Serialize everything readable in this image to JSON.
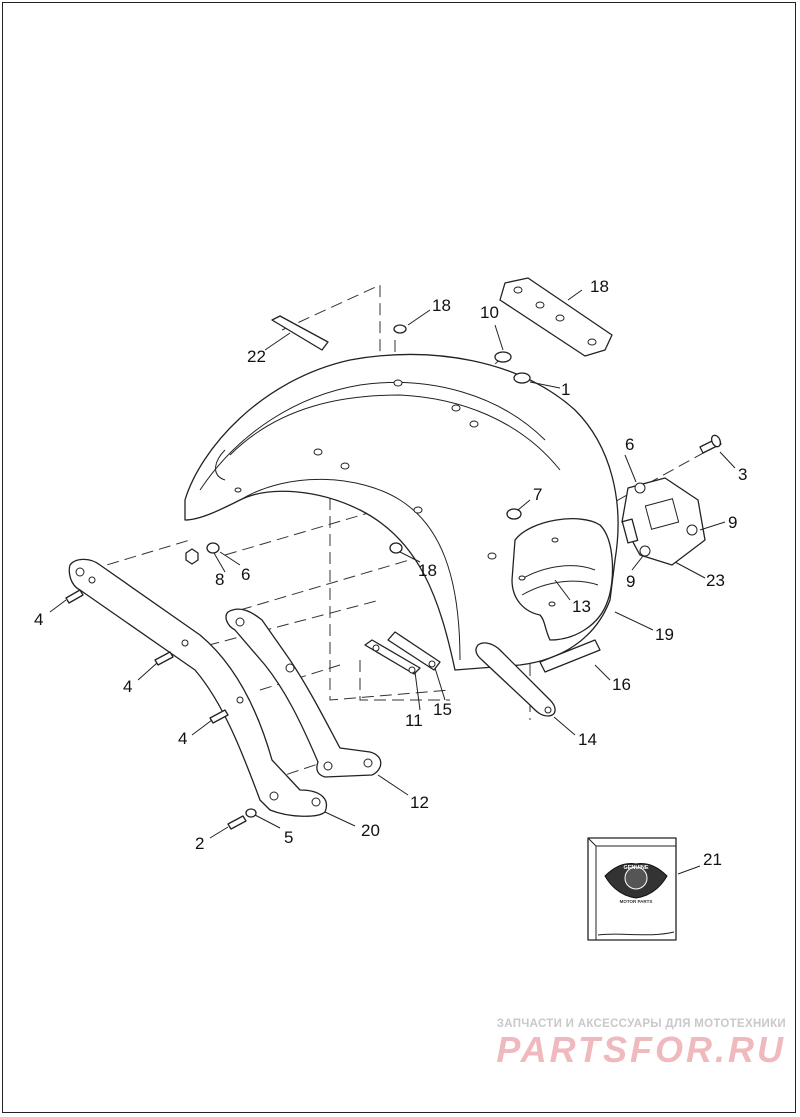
{
  "callouts": [
    "1",
    "2",
    "3",
    "4",
    "5",
    "6",
    "7",
    "8",
    "9",
    "10",
    "11",
    "12",
    "13",
    "14",
    "15",
    "16",
    "18",
    "19",
    "20",
    "21",
    "22",
    "23"
  ],
  "watermark": {
    "tagline": "ЗАПЧАСТИ И АКСЕССУАРЫ ДЛЯ МОТОТЕХНИКИ",
    "brand": "PARTSFOR.RU"
  },
  "badge": {
    "line1": "GENUINE",
    "line2": "MOTOR PARTS"
  },
  "colors": {
    "line": "#222222",
    "watermark_brand": "#f0b9bd",
    "watermark_tag": "#c9c9c9"
  }
}
